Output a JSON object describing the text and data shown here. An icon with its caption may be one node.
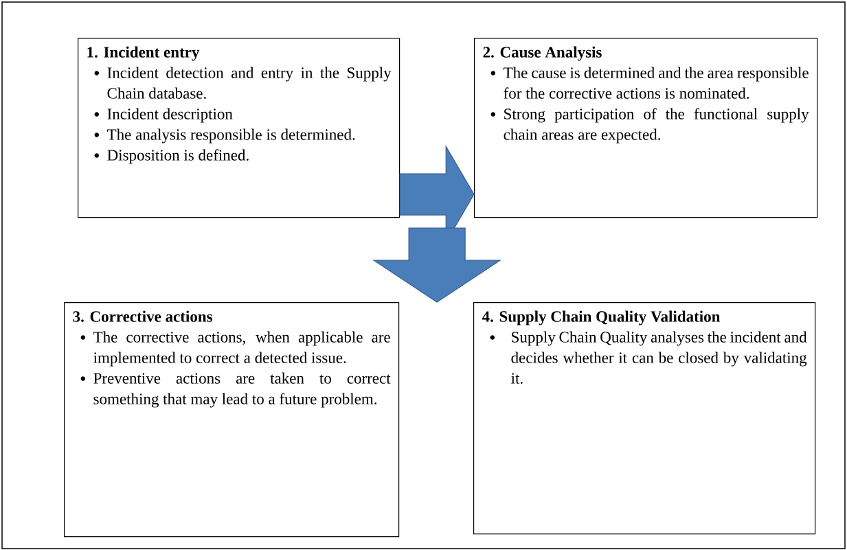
{
  "diagram": {
    "nodes": [
      {
        "text": [
          "1. Incident entry",
          "Incident detection and entry in the Supply Chain database.",
          "Incident description",
          "The analysis responsible is determined.",
          "Disposition is defined."
        ]
      },
      {
        "text": [
          "2. Cause Analysis",
          "The cause is determined and the area responsible for the corrective actions is nominated.",
          "Strong participation of the functional supply chain areas are expected."
        ]
      },
      {
        "text": [
          "3. Corrective actions",
          "The corrective actions, when applicable are implemented to correct a detected issue.",
          "Preventive actions are taken to correct something that may lead to a future problem."
        ]
      },
      {
        "text": [
          "4. Supply Chain Quality Validation",
          "Supply Chain Quality analyses the incident and decides whether it can be closed by validating it."
        ]
      }
    ],
    "edges": [
      {
        "from": 0,
        "to": 1,
        "arrow": "to"
      },
      {
        "from": 1,
        "to": 2,
        "arrow": "to"
      }
    ]
  }
}
